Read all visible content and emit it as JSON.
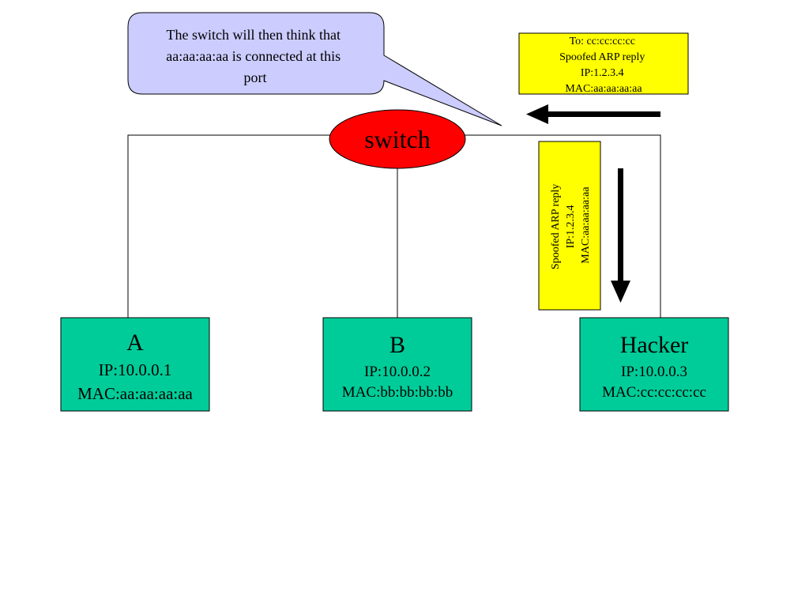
{
  "callout": {
    "lines": [
      "The switch will then think that",
      "aa:aa:aa:aa is connected at this",
      "port"
    ],
    "fill": "#ccccff"
  },
  "switch": {
    "label": "switch",
    "fill": "#ff0000"
  },
  "packet_to_switch": {
    "lines": [
      "To: cc:cc:cc:cc",
      "Spoofed ARP reply",
      "IP:1.2.3.4",
      "MAC:aa:aa:aa:aa"
    ],
    "fill": "#ffff00"
  },
  "packet_to_hacker": {
    "lines": [
      "Spoofed ARP reply",
      "IP:1.2.3.4",
      "MAC:aa:aa:aa:aa"
    ],
    "fill": "#ffff00"
  },
  "hosts": [
    {
      "name": "A",
      "ip": "IP:10.0.0.1",
      "mac": "MAC:aa:aa:aa:aa"
    },
    {
      "name": "B",
      "ip": "IP:10.0.0.2",
      "mac": "MAC:bb:bb:bb:bb"
    },
    {
      "name": "Hacker",
      "ip": "IP:10.0.0.3",
      "mac": "MAC:cc:cc:cc:cc"
    }
  ],
  "colors": {
    "host_fill": "#00cc99",
    "line": "#000000"
  }
}
